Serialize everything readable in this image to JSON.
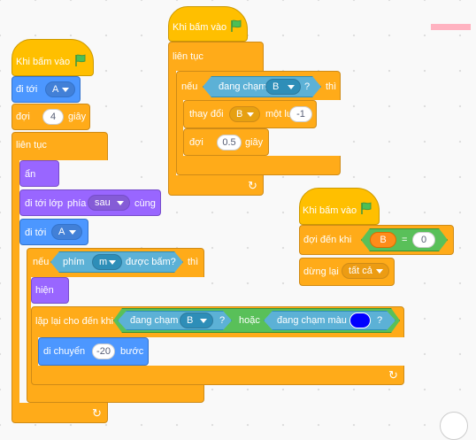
{
  "colors": {
    "events": "#ffbf00",
    "control": "#ffab19",
    "motion": "#4c97ff",
    "looks": "#9966ff",
    "sensing": "#5cb1d6",
    "operators": "#59c059"
  },
  "script1": {
    "hat": "Khi bấm vào",
    "goto": "đi tới",
    "goto_target": "A",
    "wait": "đợi",
    "wait_value": "4",
    "wait_unit": "giây",
    "forever": "liên tục",
    "hide": "ẩn",
    "layer": "đi tới lớp",
    "layer_side": "phía",
    "layer_value": "sau",
    "layer_with": "cùng",
    "goto2": "đi tới",
    "goto2_target": "A",
    "if": "nếu",
    "key": "phím",
    "key_value": "m",
    "key_pressed": "được bấm?",
    "then": "thì",
    "show": "hiện",
    "repeat_until": "lặp lại cho đến khi",
    "touching": "đang chạm",
    "touching_value": "B",
    "q": "?",
    "or": "hoặc",
    "touching_color": "đang chạm màu",
    "q2": "?",
    "color_value": "#0000ff",
    "move": "di chuyển",
    "move_value": "-20",
    "move_unit": "bước"
  },
  "script2": {
    "hat": "Khi bấm vào",
    "forever": "liên tục",
    "if": "nếu",
    "touching": "đang chạm",
    "touching_value": "B",
    "q": "?",
    "then": "thì",
    "change": "thay đổi",
    "change_var": "B",
    "change_by": "một lượng",
    "change_value": "-1",
    "wait": "đợi",
    "wait_value": "0.5",
    "wait_unit": "giây"
  },
  "script3": {
    "hat": "Khi bấm vào",
    "wait_until": "đợi đến khi",
    "var": "B",
    "eq": "=",
    "eq_value": "0",
    "stop": "dừng lại",
    "stop_value": "tất cả"
  },
  "loop_arrow": "↻"
}
